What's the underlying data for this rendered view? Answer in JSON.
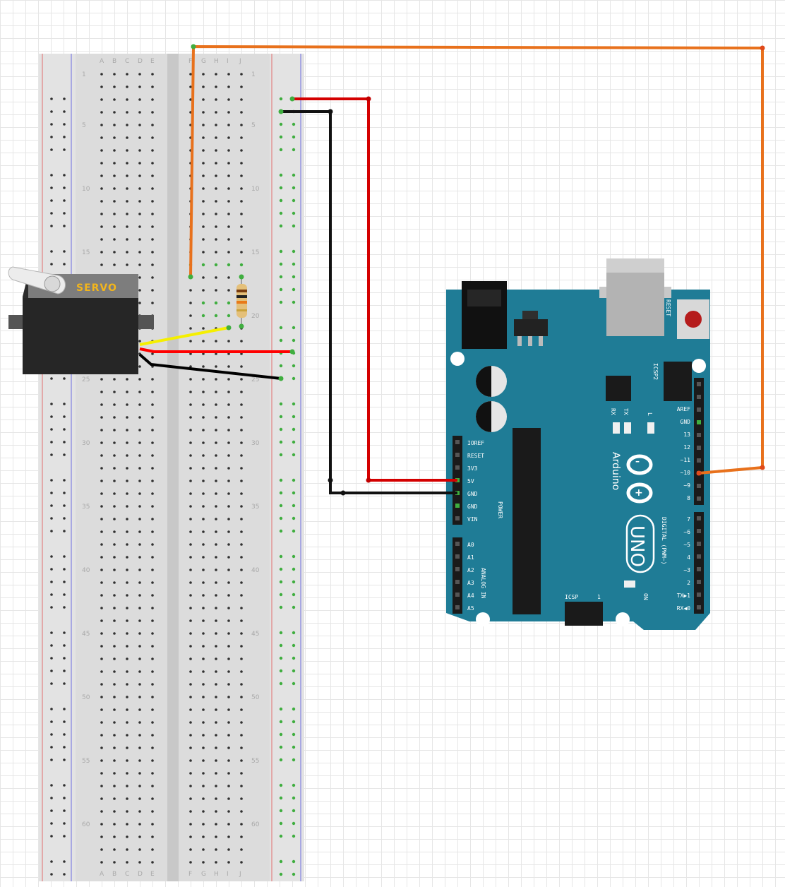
{
  "breadboard": {
    "column_letters_left": [
      "A",
      "B",
      "C",
      "D",
      "E"
    ],
    "column_letters_right": [
      "F",
      "G",
      "H",
      "I",
      "J"
    ],
    "row_numbers": [
      "1",
      "5",
      "10",
      "15",
      "20",
      "25",
      "30",
      "35",
      "40",
      "45",
      "50",
      "55",
      "60"
    ]
  },
  "servo": {
    "label": "SERVO"
  },
  "arduino": {
    "brand": "Arduino",
    "model": "UNO",
    "power_pins": [
      "IOREF",
      "RESET",
      "3V3",
      "5V",
      "GND",
      "GND",
      "VIN"
    ],
    "power_group": "POWER",
    "analog_pins": [
      "A0",
      "A1",
      "A2",
      "A3",
      "A4",
      "A5"
    ],
    "analog_group": "ANALOG IN",
    "digital_pins_upper": [
      "AREF",
      "GND",
      "13",
      "12",
      "~11",
      "~10",
      "~9",
      "8"
    ],
    "digital_pins_lower": [
      "7",
      "~6",
      "~5",
      "4",
      "~3",
      "2",
      "TX▶1",
      "RX◀0"
    ],
    "digital_group": "DIGITAL (PWM~)",
    "led_labels": [
      "TX",
      "RX",
      "L",
      "ON"
    ],
    "icsp_label": "ICSP",
    "icsp2_label": "ICSP2",
    "reset_label": "RESET",
    "icsp_pin1": "1"
  },
  "colors": {
    "board": "#1f7c96",
    "wire_signal": "#e8711c",
    "wire_power": "#d40000",
    "wire_ground": "#111111",
    "servo_signal": "#f5ef00",
    "servo_power": "#ff0000",
    "servo_ground": "#000000"
  }
}
